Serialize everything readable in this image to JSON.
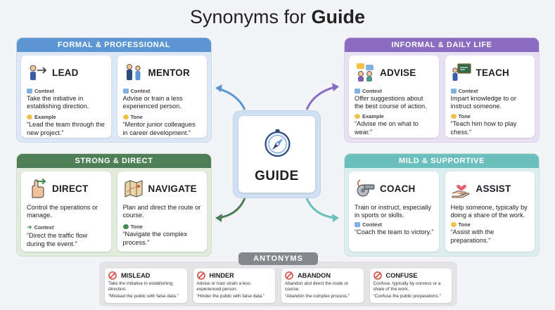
{
  "title": {
    "prefix": "Synonyms for ",
    "word": "Guide"
  },
  "center": {
    "word": "GUIDE"
  },
  "groups": {
    "formal": {
      "header": "FORMAL & PROFESSIONAL",
      "cards": [
        {
          "word": "LEAD",
          "label1": "Context",
          "text1": "Take the initiative in establishing direction.",
          "label2": "Example",
          "text2": "“Lead the team through the new project.”"
        },
        {
          "word": "MENTOR",
          "label1": "Context",
          "text1": "Advise or train a less experienced person.",
          "label2": "Tone",
          "text2": "“Mentor junior colleagues in career development.”"
        }
      ]
    },
    "informal": {
      "header": "INFORMAL & DAILY LIFE",
      "cards": [
        {
          "word": "ADVISE",
          "label1": "Context",
          "text1": "Offer suggestions about the best course of action.",
          "label2": "Example",
          "text2": "“Advise me on what to wear.”"
        },
        {
          "word": "TEACH",
          "label1": "Context",
          "text1": "Impart knowledge to or instruct someone.",
          "label2": "Tone",
          "text2": "“Teach him how to play chess.”"
        }
      ]
    },
    "strong": {
      "header": "STRONG & DIRECT",
      "cards": [
        {
          "word": "DIRECT",
          "text1": "Control the operations or manage.",
          "label2": "Context",
          "text2": "“Direct the traffic flow during the event.”"
        },
        {
          "word": "NAVIGATE",
          "text1": "Plan and direct the route or course.",
          "label2": "Tone",
          "text2": "“Navigate the complex process.”"
        }
      ]
    },
    "mild": {
      "header": "MILD & SUPPORTIVE",
      "cards": [
        {
          "word": "COACH",
          "text1": "Train or instruct, especially in sports or skills.",
          "label2": "Context",
          "text2": "“Coach the team to victory.”"
        },
        {
          "word": "ASSIST",
          "text1": "Help someone, typically by doing a share of the work.",
          "label2": "Tone",
          "text2": "“Assist with the preparations.”"
        }
      ]
    }
  },
  "antonyms": {
    "header": "ANTONYMS",
    "cards": [
      {
        "word": "MISLEAD",
        "text": "Take the initiative in establishing direction.",
        "example": "“Mislead the public with false data.”"
      },
      {
        "word": "HINDER",
        "text": "Advise or train strain a less experienced person.",
        "example": "“Hinder the public with false data.”"
      },
      {
        "word": "ABANDON",
        "text": "Abandon and direct the route or course.",
        "example": "“Abandon the complex process.”"
      },
      {
        "word": "CONFUSE",
        "text": "Confuse, typically by oonress or a share of the work.",
        "example": "“Confuse the public preparations.”"
      }
    ]
  },
  "colors": {
    "formal": "#5d97d3",
    "informal": "#8a6cc0",
    "strong": "#4f7f56",
    "mild": "#6bbfbd",
    "antonym": "#85878c",
    "stop": "#d84a3d"
  },
  "icons": {
    "lead": "presenter-arrow-icon",
    "mentor": "two-people-icon",
    "advise": "chat-people-icon",
    "teach": "teacher-board-icon",
    "direct": "pointing-hand-icon",
    "navigate": "map-icon",
    "coach": "whistle-icon",
    "assist": "helping-hands-icon",
    "center": "compass-icon",
    "antonym": "prohibited-icon"
  }
}
